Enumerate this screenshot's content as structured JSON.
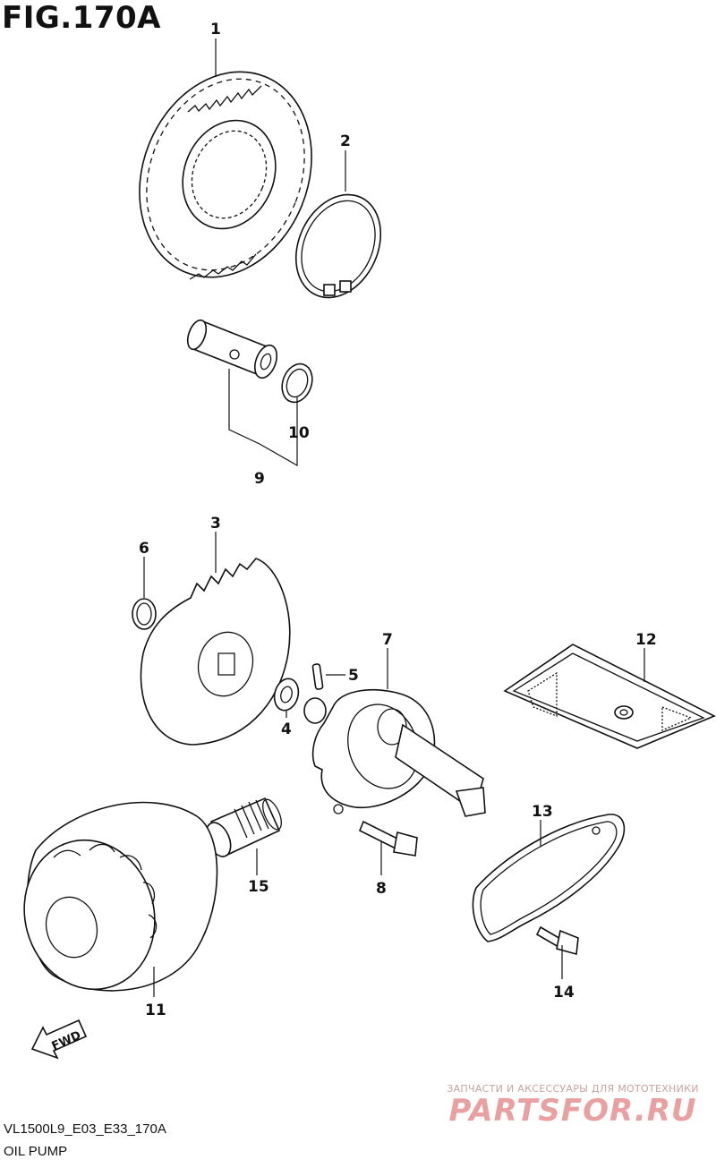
{
  "figure": {
    "title": "FIG.170A",
    "code": "VL1500L9_E03_E33_170A",
    "subtitle": "OIL PUMP"
  },
  "watermark": {
    "tagline": "ЗАПЧАСТИ И АКСЕССУАРЫ ДЛЯ МОТОТЕХНИКИ",
    "logo": "PARTSFOR.RU"
  },
  "fwd_label": "FWD",
  "callouts": {
    "c1": "1",
    "c2": "2",
    "c3": "3",
    "c4": "4",
    "c5": "5",
    "c6": "6",
    "c7": "7",
    "c8": "8",
    "c9": "9",
    "c10": "10",
    "c11": "11",
    "c12": "12",
    "c13": "13",
    "c14": "14",
    "c15": "15"
  }
}
